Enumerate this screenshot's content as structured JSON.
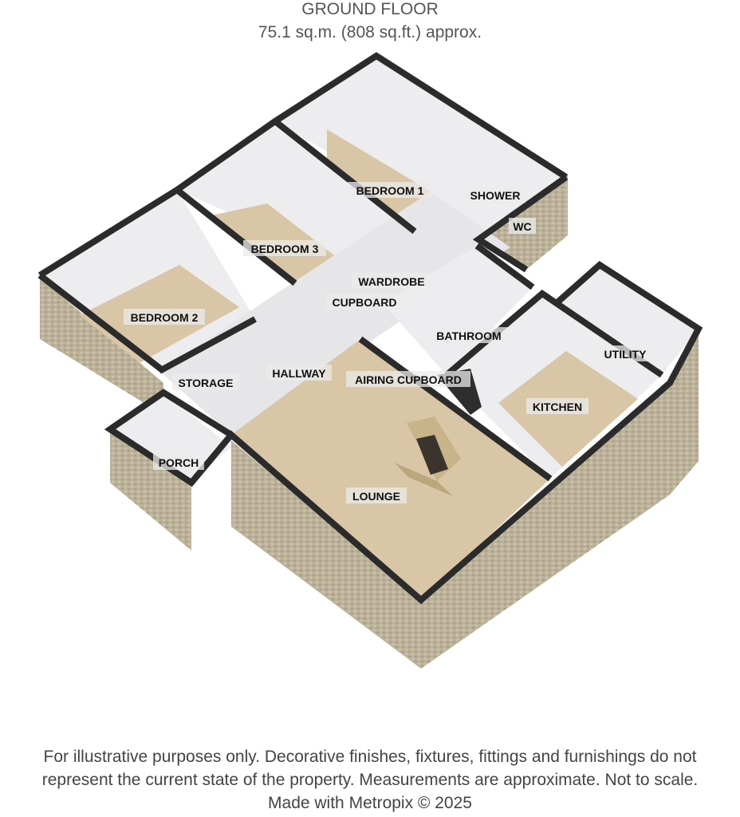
{
  "header": {
    "floor_title": "GROUND FLOOR",
    "floor_area": "75.1 sq.m. (808 sq.ft.) approx."
  },
  "rooms": {
    "bedroom1": "BEDROOM 1",
    "bedroom2": "BEDROOM 2",
    "bedroom3": "BEDROOM 3",
    "shower": "SHOWER",
    "wc": "WC",
    "wardrobe": "WARDROBE",
    "cupboard": "CUPBOARD",
    "bathroom": "BATHROOM",
    "utility": "UTILITY",
    "storage": "STORAGE",
    "hallway": "HALLWAY",
    "airing_cupboard": "AIRING CUPBOARD",
    "kitchen": "KITCHEN",
    "porch": "PORCH",
    "lounge": "LOUNGE"
  },
  "colors": {
    "wall_top": "#2b2b2b",
    "floor_carpet": "#d8c6a6",
    "wall_face": "#e8e8ea",
    "brick": "#bdb39c"
  },
  "footer": {
    "line1": "For illustrative purposes only. Decorative finishes, fixtures, fittings and furnishings do not",
    "line2": "represent the current state of the property. Measurements are approximate. Not to scale.",
    "credit": "Made with Metropix © 2025"
  }
}
